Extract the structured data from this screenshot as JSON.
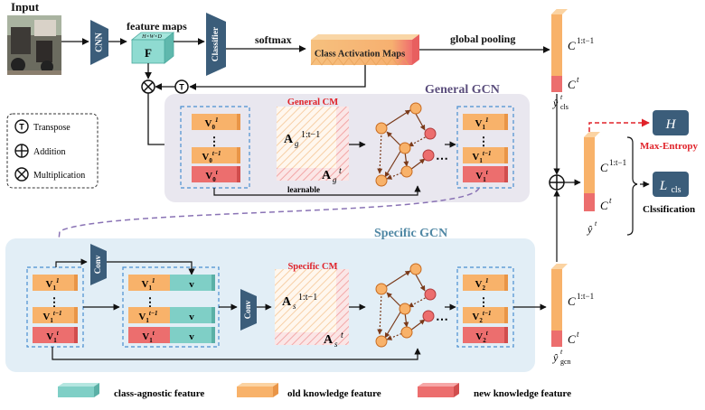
{
  "top": {
    "input_label": "Input",
    "cnn_label": "CNN",
    "feature_maps_label": "feature maps",
    "feature_dims": "H×W×D",
    "feature_symbol": "F",
    "classifier_label": "Classifier",
    "softmax_label": "softmax",
    "cam_label": "Class Activation Maps",
    "global_pooling_label": "global pooling",
    "transpose_glyph": "T"
  },
  "legend_ops": {
    "transpose": "Transpose",
    "addition": "Addition",
    "multiplication": "Multiplication"
  },
  "general_gcn": {
    "title": "General GCN",
    "cm_title": "General CM",
    "learnable": "learnable",
    "a_old": "A",
    "a_old_sub": "g",
    "a_old_sup": "1:t−1",
    "a_new": "A",
    "a_new_sub": "g",
    "a_new_sup": "t",
    "v_in": [
      {
        "base": "V",
        "sub": "0",
        "sup": "1"
      },
      {
        "base": "V",
        "sub": "0",
        "sup": "t−1"
      },
      {
        "base": "V",
        "sub": "0",
        "sup": "t"
      }
    ],
    "v_out": [
      {
        "base": "V",
        "sub": "1",
        "sup": "1"
      },
      {
        "base": "V",
        "sub": "1",
        "sup": "t−1"
      },
      {
        "base": "V",
        "sub": "1",
        "sup": "t"
      }
    ],
    "dots": "⋮",
    "ellipsis": "⋯"
  },
  "specific_gcn": {
    "title": "Specific GCN",
    "cm_title": "Specific CM",
    "conv_label": "Conv",
    "a_old": "A",
    "a_old_sub": "s",
    "a_old_sup": "1:t−1",
    "a_new": "A",
    "a_new_sub": "s",
    "a_new_sup": "t",
    "v_in": [
      {
        "base": "V",
        "sub": "1",
        "sup": "1"
      },
      {
        "base": "V",
        "sub": "1",
        "sup": "t−1"
      },
      {
        "base": "V",
        "sub": "1",
        "sup": "t"
      }
    ],
    "v_cat": [
      {
        "base": "V",
        "sub": "1",
        "sup": "1"
      },
      {
        "base": "V",
        "sub": "1",
        "sup": "t−1"
      },
      {
        "base": "V",
        "sub": "1",
        "sup": "t"
      }
    ],
    "v_cat_extra": "v",
    "v_out": [
      {
        "base": "V",
        "sub": "2",
        "sup": "1"
      },
      {
        "base": "V",
        "sub": "2",
        "sup": "t−1"
      },
      {
        "base": "V",
        "sub": "2",
        "sup": "t"
      }
    ],
    "dots": "⋮",
    "ellipsis": "⋯"
  },
  "outputs": {
    "c_old": "C",
    "c_old_sup": "1:t−1",
    "c_new": "C",
    "c_new_sup": "t",
    "y_cls": "ŷ",
    "y_cls_sub": "cls",
    "y_cls_sup": "t",
    "y_gcn": "ŷ",
    "y_gcn_sub": "gcn",
    "y_gcn_sup": "t",
    "y_final": "ŷ",
    "y_final_sup": "t",
    "h_label": "H",
    "max_entropy": "Max-Entropy",
    "l_cls": "L",
    "l_cls_sub": "cls",
    "classification": "Clssification"
  },
  "legend": {
    "class_agnostic": "class-agnostic feature",
    "old_knowledge": "old knowledge feature",
    "new_knowledge": "new knowledge feature"
  },
  "colors": {
    "orange": "#f8b26a",
    "red": "#ec6e6e",
    "teal": "#7fcfc6",
    "navy": "#3b5d7a",
    "gcn_general_bg": "#e9e7ef",
    "gcn_specific_bg": "#e2eef6",
    "red_text": "#e0232a",
    "title_general": "#5a4d7c",
    "title_specific": "#4f87a4"
  }
}
